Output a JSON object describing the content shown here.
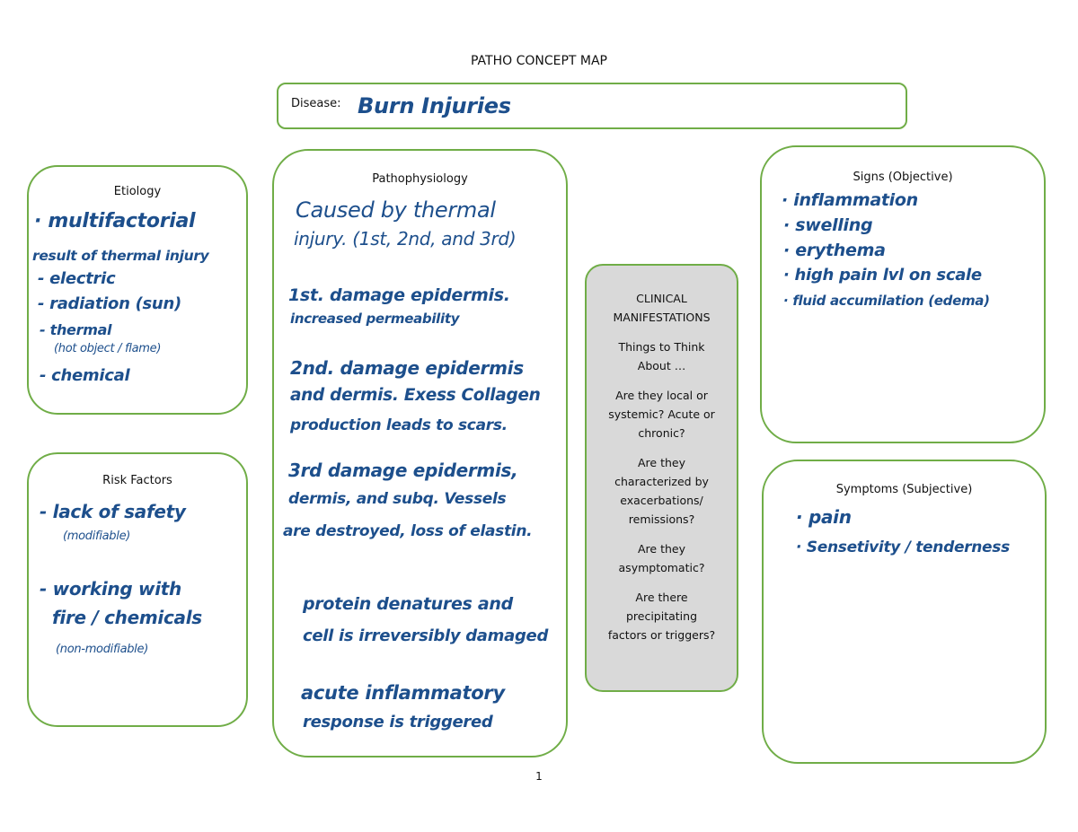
{
  "page": {
    "title": "PATHO CONCEPT MAP",
    "number": "1"
  },
  "disease": {
    "label": "Disease:",
    "value": "Burn Injuries"
  },
  "etiology": {
    "heading": "Etiology",
    "lines": [
      "· multifactorial",
      "result of thermal injury",
      "- electric",
      "- radiation (sun)",
      "- thermal",
      "(hot object / flame)",
      "- chemical"
    ]
  },
  "risk_factors": {
    "heading": "Risk Factors",
    "lines": [
      "- lack of safety",
      "(modifiable)",
      "- working with",
      "fire / chemicals",
      "(non-modifiable)"
    ]
  },
  "pathophysiology": {
    "heading": "Pathophysiology",
    "lines": [
      "Caused by thermal",
      "injury. (1st, 2nd, and 3rd)",
      "1st. damage epidermis.",
      "increased permeability",
      "2nd. damage epidermis",
      "and dermis. Exess Collagen",
      "production leads to scars.",
      "3rd damage epidermis,",
      "dermis, and subq. Vessels",
      "are destroyed, loss of elastin.",
      "protein denatures and",
      "cell is irreversibly damaged",
      "acute inflammatory",
      "response is triggered"
    ]
  },
  "clinical_manifestations": {
    "title_line1": "CLINICAL",
    "title_line2": "MANIFESTATIONS",
    "subtitle_line1": "Things to Think",
    "subtitle_line2": "About …",
    "q1": [
      "Are they local or",
      "systemic? Acute or",
      "chronic?"
    ],
    "q2": [
      "Are they",
      "characterized by",
      "exacerbations/",
      "remissions?"
    ],
    "q3": [
      "Are they",
      "asymptomatic?"
    ],
    "q4": [
      "Are there",
      "precipitating",
      "factors or triggers?"
    ]
  },
  "signs": {
    "heading": "Signs (Objective)",
    "lines": [
      "· inflammation",
      "· swelling",
      "· erythema",
      "· high pain lvl on scale",
      "· fluid accumilation (edema)"
    ]
  },
  "symptoms": {
    "heading": "Symptoms (Subjective)",
    "lines": [
      "· pain",
      "· Sensetivity / tenderness"
    ]
  }
}
